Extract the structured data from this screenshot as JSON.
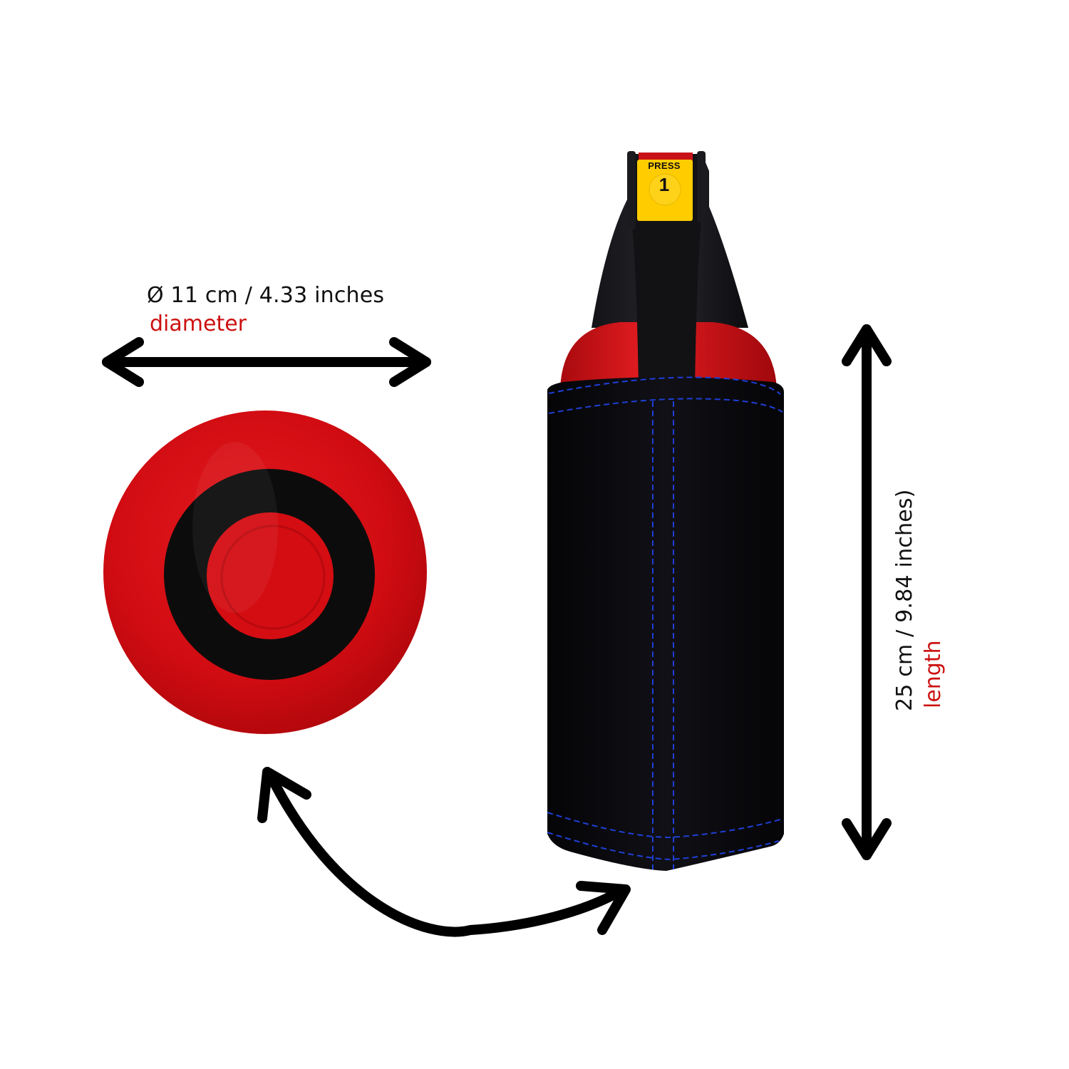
{
  "diameter": {
    "measurement": "Ø 11 cm / 4.33 inches",
    "label": "diameter"
  },
  "length": {
    "measurement": "25 cm / 9.84 inches)",
    "label": "length"
  },
  "product": {
    "trigger_label": "PRESS",
    "trigger_number": "1"
  },
  "colors": {
    "text": "#111111",
    "accent_red": "#cc1111",
    "extinguisher_red": "#d40d12",
    "sleeve_black": "#0b0b0f",
    "stitch_blue": "#1f3fd6",
    "trigger_yellow": "#ffcc00",
    "arrow": "#000000"
  }
}
